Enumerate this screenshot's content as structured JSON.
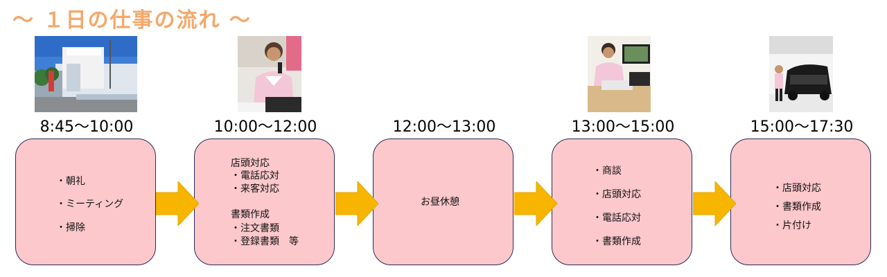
{
  "title": "～ １日の仕事の流れ ～",
  "colors": {
    "title": "#f4a86a",
    "box_fill": "#fcc8cc",
    "box_border": "#2a2a55",
    "arrow": "#f7b500"
  },
  "steps": [
    {
      "time": "8:45～10:00",
      "photo": "toyota-dealership-exterior",
      "lines": [
        "・朝礼",
        "・ミーティング",
        "・掃除"
      ]
    },
    {
      "time": "10:00～12:00",
      "photo": "staff-on-phone",
      "lines": [
        "店頭対応",
        "・電話応対",
        "・来客対応",
        "書類作成",
        "・注文書類",
        "・登録書類　等"
      ]
    },
    {
      "time": "12:00～13:00",
      "photo": "",
      "lines": [
        "お昼休憩"
      ]
    },
    {
      "time": "13:00～15:00",
      "photo": "staff-at-desk-with-monitor",
      "lines": [
        "・商談",
        "・店頭対応",
        "・電話応対",
        "・書類作成"
      ]
    },
    {
      "time": "15:00～17:30",
      "photo": "staff-with-black-minivan",
      "lines": [
        "・店頭対応",
        "・書類作成",
        "・片付け"
      ]
    }
  ]
}
